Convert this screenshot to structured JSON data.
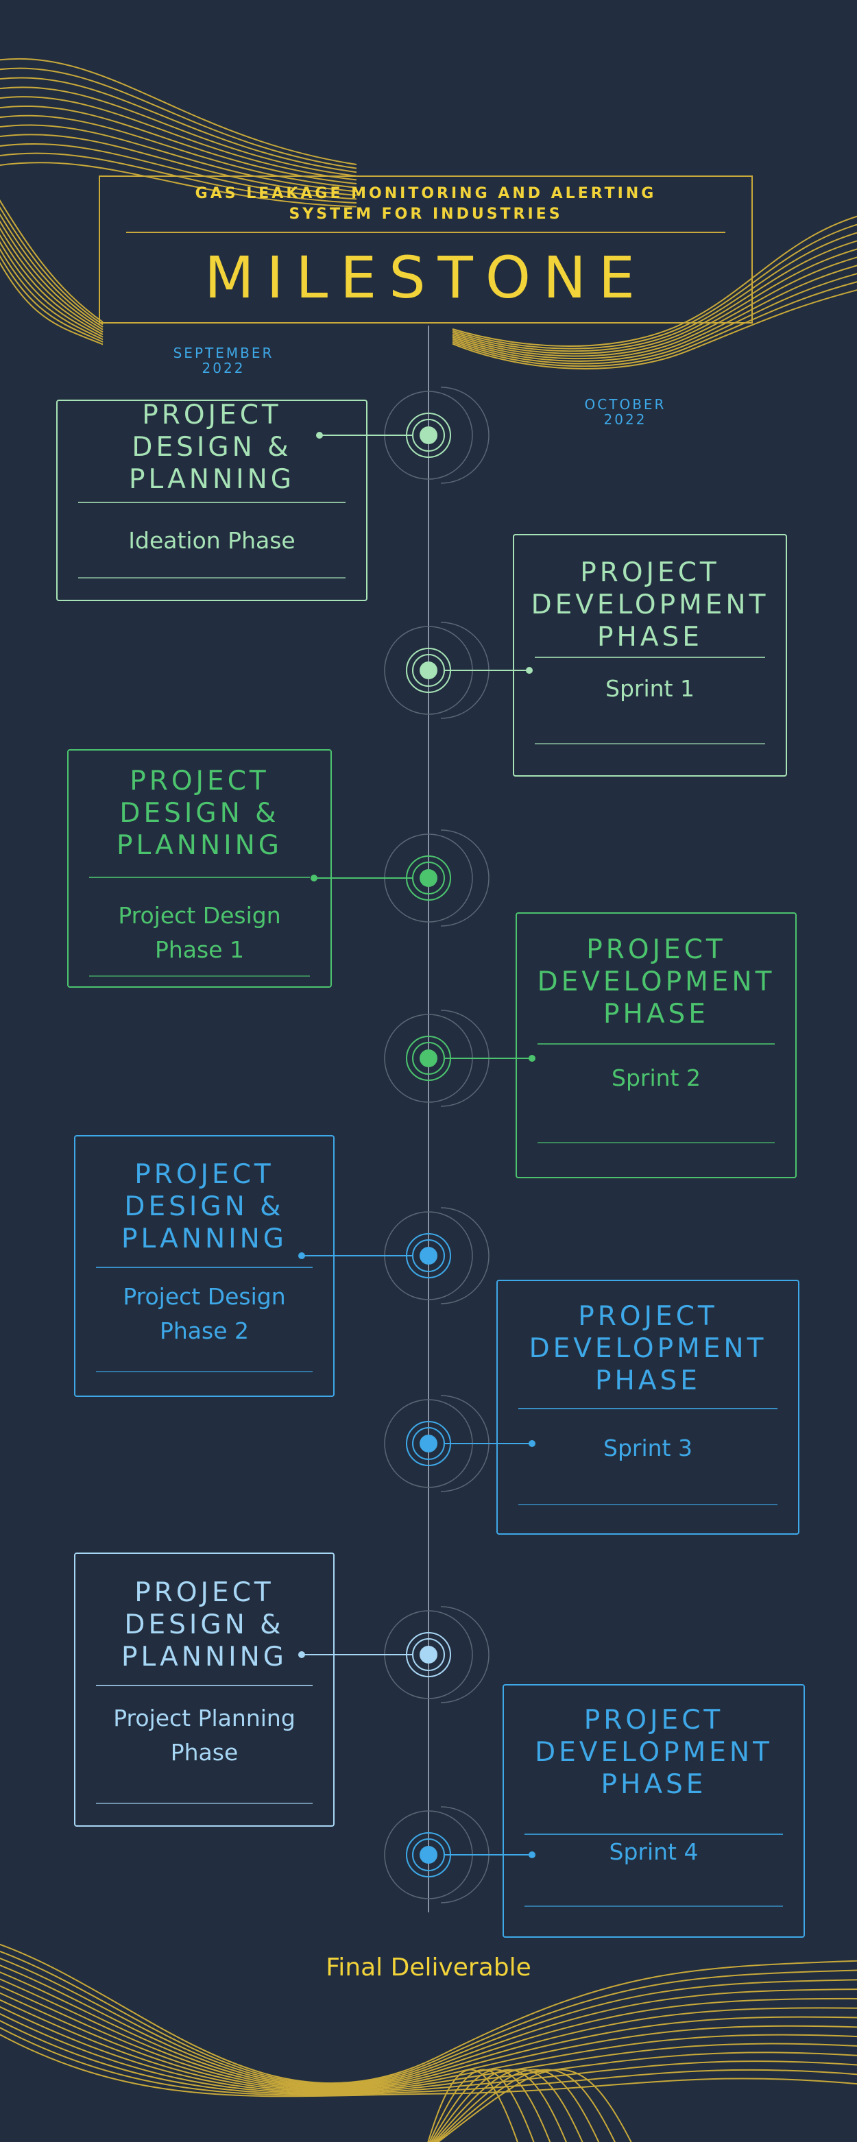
{
  "header": {
    "subtitle_line1": "GAS LEAKAGE MONITORING AND ALERTING",
    "subtitle_line2": "SYSTEM FOR INDUSTRIES",
    "title": "MILESTONE"
  },
  "dates": {
    "start_month": "SEPTEMBER",
    "start_year": "2022",
    "end_month": "OCTOBER",
    "end_year": "2022"
  },
  "milestones": [
    {
      "title": [
        "PROJECT",
        "DESIGN &",
        "PLANNING"
      ],
      "body": [
        "Ideation Phase"
      ],
      "color": "#a7e3b6"
    },
    {
      "title": [
        "PROJECT",
        "DEVELOPMENT",
        "PHASE"
      ],
      "body": [
        "Sprint 1"
      ],
      "color": "#a7e3b6"
    },
    {
      "title": [
        "PROJECT",
        "DESIGN &",
        "PLANNING"
      ],
      "body": [
        "Project Design",
        "Phase 1"
      ],
      "color": "#4cc46e"
    },
    {
      "title": [
        "PROJECT",
        "DEVELOPMENT",
        "PHASE"
      ],
      "body": [
        "Sprint 2"
      ],
      "color": "#4cc46e"
    },
    {
      "title": [
        "PROJECT",
        "DESIGN &",
        "PLANNING"
      ],
      "body": [
        "Project Design",
        "Phase 2"
      ],
      "color": "#3ea8e8"
    },
    {
      "title": [
        "PROJECT",
        "DEVELOPMENT",
        "PHASE"
      ],
      "body": [
        "Sprint 3"
      ],
      "color": "#3ea8e8"
    },
    {
      "title": [
        "PROJECT",
        "DESIGN &",
        "PLANNING"
      ],
      "body": [
        "Project Planning",
        "Phase"
      ],
      "color": "#a8d6f5"
    },
    {
      "title": [
        "PROJECT",
        "DEVELOPMENT",
        "PHASE"
      ],
      "body": [
        "Sprint 4"
      ],
      "color": "#3ea8e8"
    }
  ],
  "footer": {
    "final_label": "Final Deliverable"
  },
  "colors": {
    "background": "#222e3f",
    "accent_gold": "#f2d33a",
    "timeline_line": "#8a93a3"
  }
}
